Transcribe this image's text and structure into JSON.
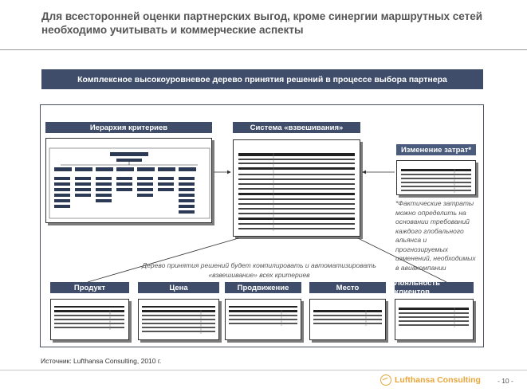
{
  "header": {
    "title": "Для всесторонней оценки партнерских выгод, кроме синергии маршрутных сетей необходимо учитывать и коммерческие аспекты"
  },
  "banner": {
    "label": "Комплексное высокоуровневое дерево принятия решений в процессе выбора партнера"
  },
  "sections": {
    "hierarchy": "Иерархия критериев",
    "weighting": "Система «взвешивания»",
    "cost_change": "Изменение затрат*"
  },
  "notes": {
    "cost_note": "*Фактические затраты можно определить на основании требований каждого глобального альянса и прогнозируемых изменений, необходимых в авиакомпании",
    "tree_note": "Дерево принятия решений будет компилировать и автоматизировать «взвешивание» всех критериев"
  },
  "categories": [
    {
      "label": "Продукт"
    },
    {
      "label": "Цена"
    },
    {
      "label": "Продвижение"
    },
    {
      "label": "Место"
    },
    {
      "label": "Лояльность клиентов"
    }
  ],
  "footer": {
    "source": "Источник: Lufthansa Consulting, 2010 г.",
    "brand": "Lufthansa Consulting",
    "page": "- 10 -"
  },
  "colors": {
    "navy": "#3f4d6b",
    "brand_orange": "#e8a63a"
  }
}
